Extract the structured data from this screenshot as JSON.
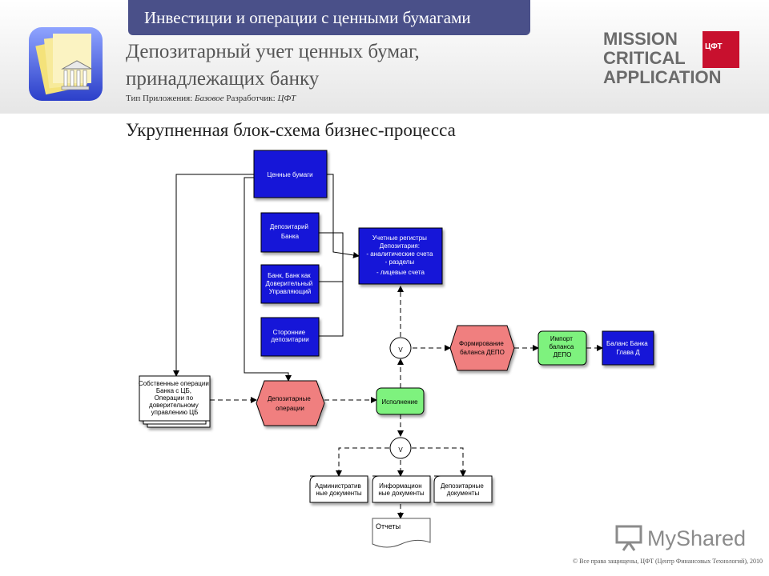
{
  "header": {
    "banner": "Инвестиции и операции с ценными бумагами",
    "title_line1": "Депозитарный учет ценных бумаг,",
    "title_line2": "принадлежащих банку",
    "type_label": "Тип Приложения:",
    "type_value": "Базовое",
    "dev_label": "Разработчик:",
    "dev_value": "ЦФТ"
  },
  "brand": {
    "line1": "MISSION",
    "line2": "CRITICAL",
    "line3": "APPLICATION",
    "logo_text": "ЦФТ"
  },
  "section_title": "Укрупненная блок-схема бизнес-процесса",
  "diagram": {
    "securities": "Ценные бумаги",
    "depositary_bank": [
      "Депозитарий",
      "Банка"
    ],
    "bank_trustee": [
      "Банк, Банк как",
      "Доверительный",
      "Управляющий"
    ],
    "external_depositories": [
      "Сторонние",
      "депозитарии"
    ],
    "registers": [
      "Учетные регистры",
      "Депозитария:",
      "- аналитические счета",
      "- разделы",
      "- лицевые счета"
    ],
    "own_operations": [
      "Собственные операции",
      "Банка с ЦБ,",
      "Операции по",
      "доверительному",
      "управлению ЦБ"
    ],
    "depositary_operations": [
      "Депозитарные",
      "операции"
    ],
    "execution": "Исполнение",
    "or_symbol": "V",
    "form_balance": [
      "Формирование",
      "баланса ДЕПО"
    ],
    "import_balance": [
      "Импорт",
      "баланса",
      "ДЕПО"
    ],
    "bank_balance": [
      "Баланс Банка",
      "Глава Д"
    ],
    "admin_docs": [
      "Административ",
      "ные документы"
    ],
    "info_docs": [
      "Информацион",
      "ные документы"
    ],
    "dep_docs": [
      "Депозитарные",
      "документы"
    ],
    "reports": "Отчеты"
  },
  "colors": {
    "banner": "#4a5089",
    "blue_box": "#1616d8",
    "red_box": "#f07f7f",
    "green_box": "#7ef27e",
    "logo_red": "#c8102e"
  },
  "watermark": "MyShared",
  "copyright": "© Все права защищены, ЦФТ (Центр Финансовых Технологий), 2010"
}
